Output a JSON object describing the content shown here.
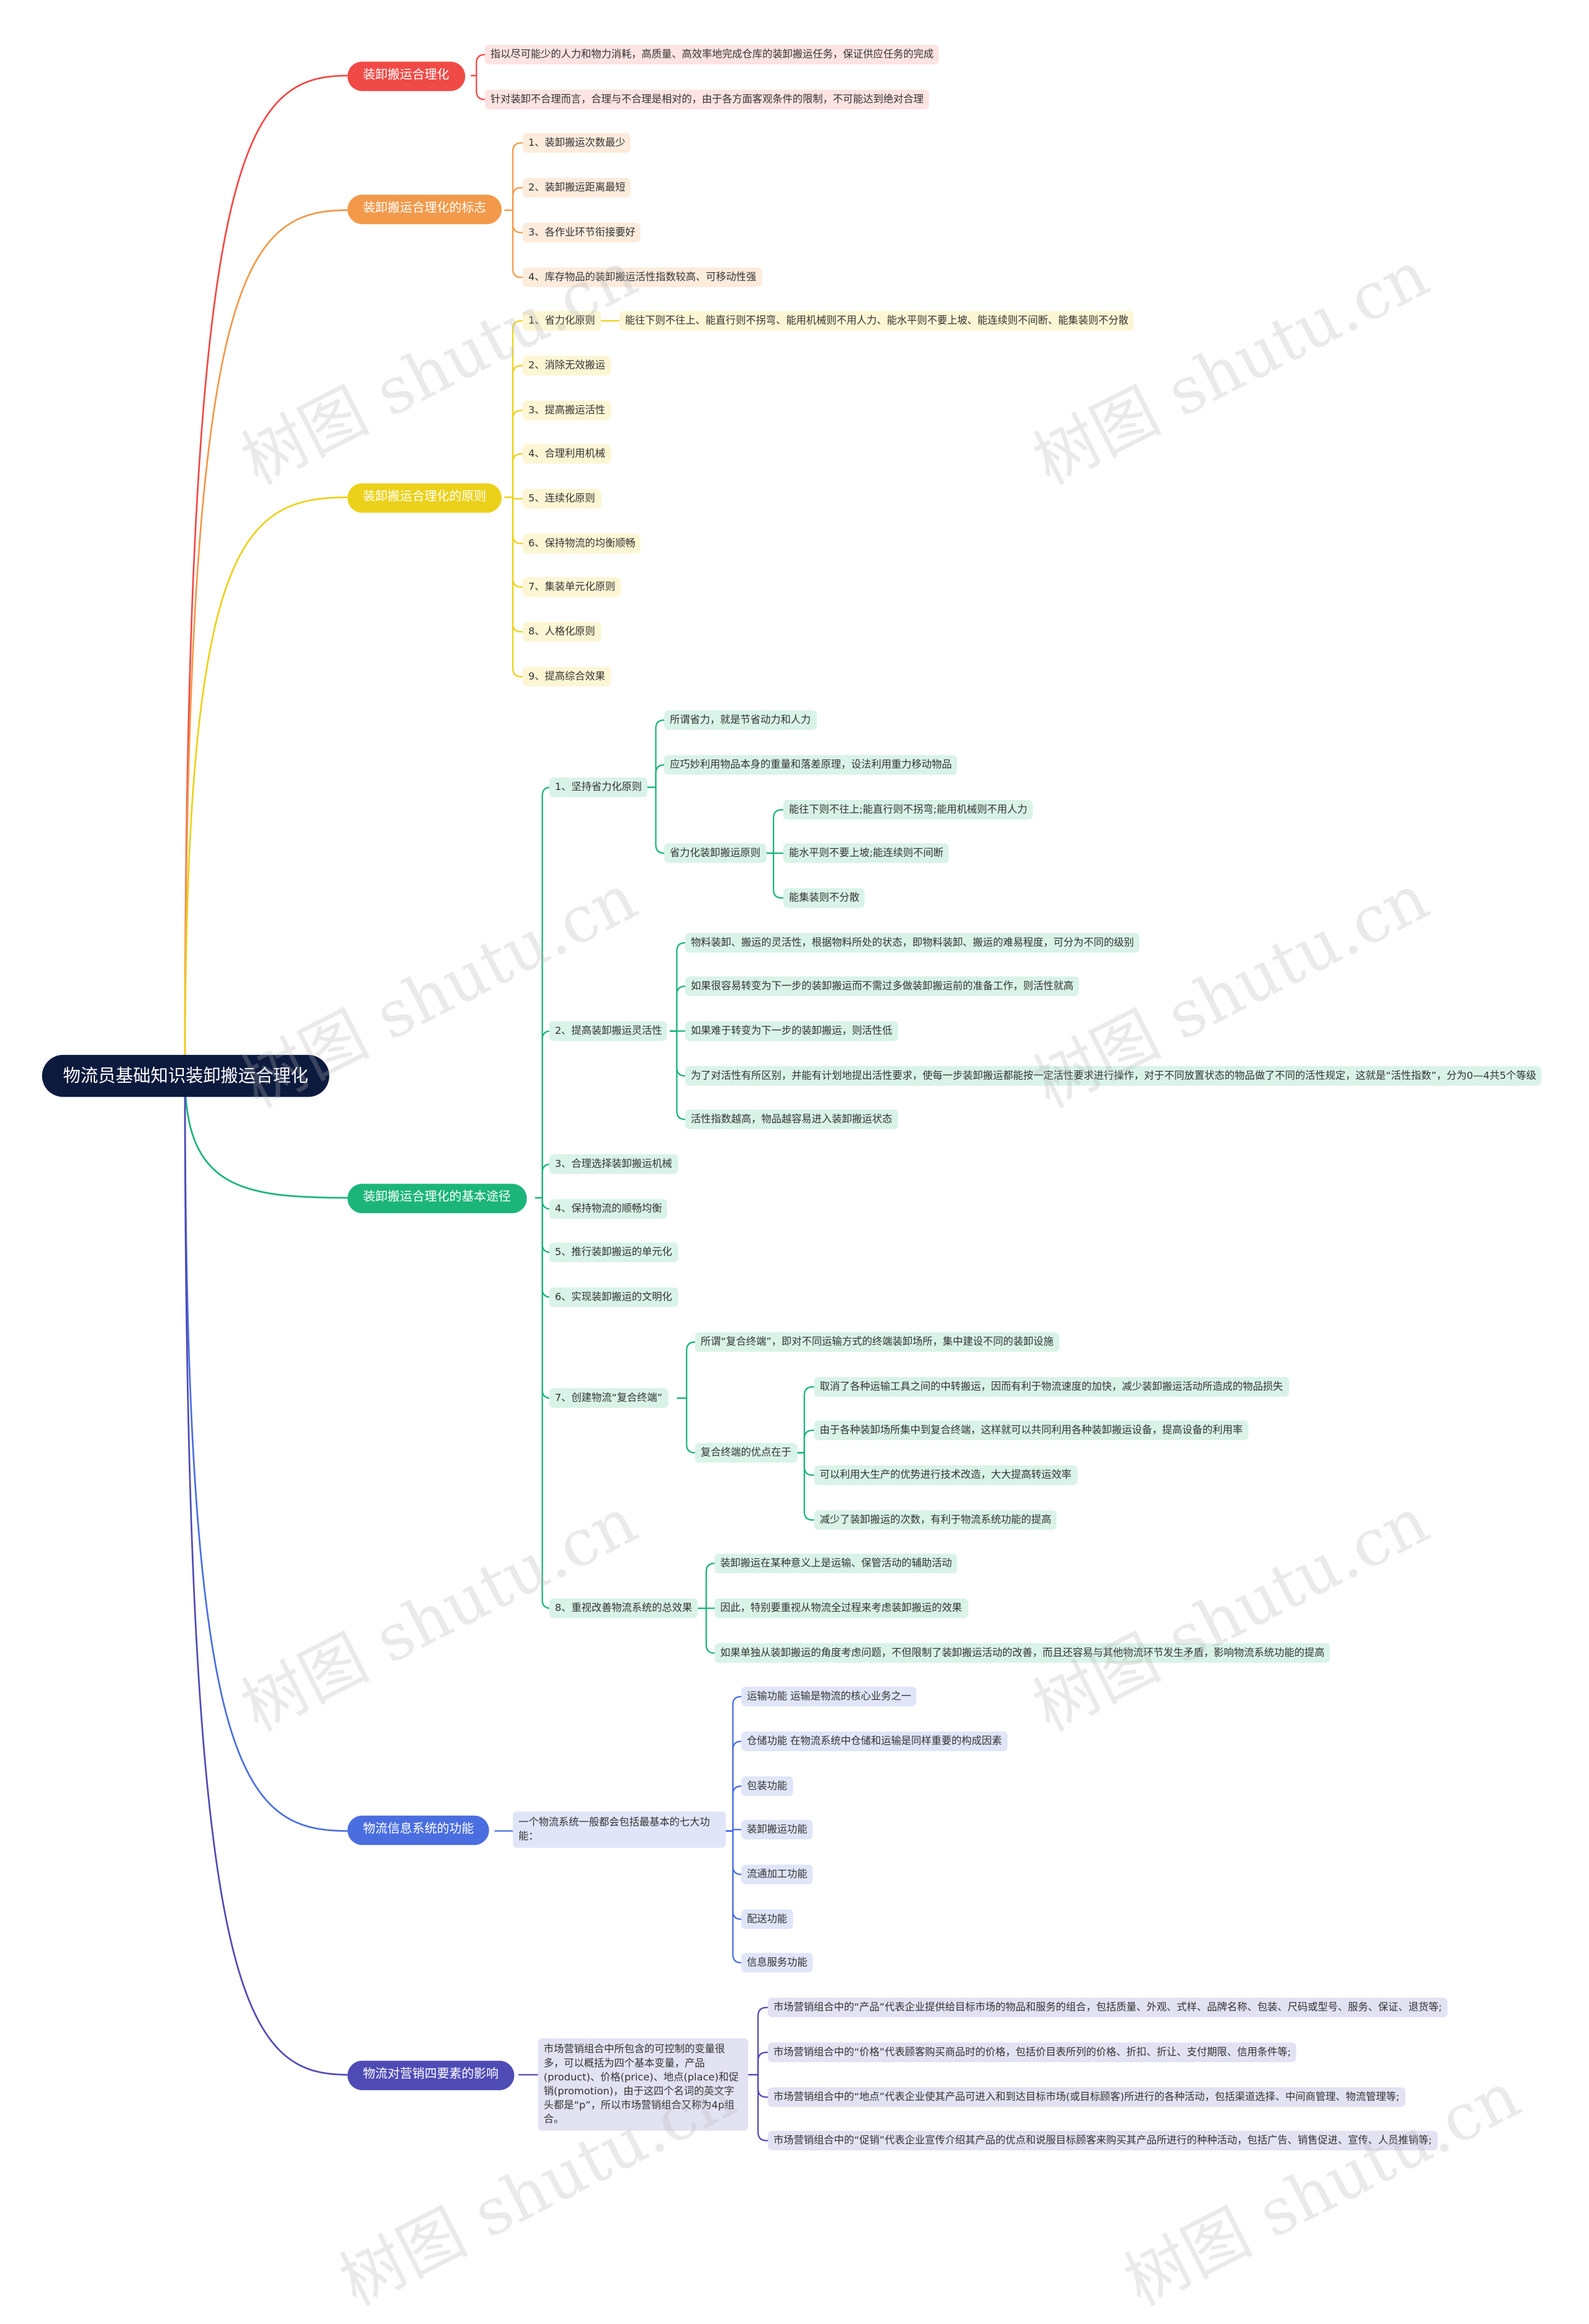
{
  "root": "物流员基础知识装卸搬运合理化",
  "branches": [
    {
      "label": "装卸搬运合理化",
      "color": "#f04a46",
      "items": [
        "指以尽可能少的人力和物力消耗，高质量、高效率地完成仓库的装卸搬运任务，保证供应任务的完成",
        "针对装卸不合理而言，合理与不合理是相对的，由于各方面客观条件的限制，不可能达到绝对合理"
      ]
    },
    {
      "label": "装卸搬运合理化的标志",
      "color": "#f2994a",
      "items": [
        "1、装卸搬运次数最少",
        "2、装卸搬运距离最短",
        "3、各作业环节衔接要好",
        "4、库存物品的装卸搬运活性指数较高、可移动性强"
      ]
    },
    {
      "label": "装卸搬运合理化的原则",
      "color": "#ecd11a",
      "items": [
        "1、省力化原则",
        "2、消除无效搬运",
        "3、提高搬运活性",
        "4、合理利用机械",
        "5、连续化原则",
        "6、保持物流的均衡顺畅",
        "7、集装单元化原则",
        "8、人格化原则",
        "9、提高综合效果"
      ],
      "item0_child": "能往下则不往上、能直行则不拐弯、能用机械则不用人力、能水平则不要上坡、能连续则不间断、能集装则不分散"
    },
    {
      "label": "装卸搬运合理化的基本途径",
      "color": "#1bb57a",
      "items": [
        "1、坚持省力化原则",
        "2、提高装卸搬运灵活性",
        "3、合理选择装卸搬运机械",
        "4、保持物流的顺畅均衡",
        "5、推行装卸搬运的单元化",
        "6、实现装卸搬运的文明化",
        "7、创建物流“复合终端”",
        "8、重视改善物流系统的总效果"
      ],
      "sub1": [
        "所谓省力，就是节省动力和人力",
        "应巧妙利用物品本身的重量和落差原理，设法利用重力移动物品",
        "省力化装卸搬运原则"
      ],
      "sub1_rules": [
        "能往下则不往上;能直行则不拐弯;能用机械则不用人力",
        "能水平则不要上坡;能连续则不间断",
        "能集装则不分散"
      ],
      "sub2": [
        "物料装卸、搬运的灵活性，根据物料所处的状态，即物料装卸、搬运的难易程度，可分为不同的级别",
        "如果很容易转变为下一步的装卸搬运而不需过多做装卸搬运前的准备工作，则活性就高",
        "如果难于转变为下一步的装卸搬运，则活性低",
        "为了对活性有所区别，并能有计划地提出活性要求，使每一步装卸搬运都能按一定活性要求进行操作，对于不同放置状态的物品做了不同的活性规定，这就是“活性指数”，分为0—4共5个等级",
        "活性指数越高，物品越容易进入装卸搬运状态"
      ],
      "sub7": [
        "所谓“复合终端”，即对不同运输方式的终端装卸场所，集中建设不同的装卸设施",
        "复合终端的优点在于"
      ],
      "sub7_adv": [
        "取消了各种运输工具之间的中转搬运，因而有利于物流速度的加快，减少装卸搬运活动所造成的物品损失",
        "由于各种装卸场所集中到复合终端，这样就可以共同利用各种装卸搬运设备，提高设备的利用率",
        "可以利用大生产的优势进行技术改造，大大提高转运效率",
        "减少了装卸搬运的次数，有利于物流系统功能的提高"
      ],
      "sub8": [
        "装卸搬运在某种意义上是运输、保管活动的辅助活动",
        "因此，特别要重视从物流全过程来考虑装卸搬运的效果",
        "如果单独从装卸搬运的角度考虑问题，不但限制了装卸搬运活动的改善，而且还容易与其他物流环节发生矛盾，影响物流系统功能的提高"
      ]
    },
    {
      "label": "物流信息系统的功能",
      "color": "#4a6ee0",
      "mid": "一个物流系统一般都会包括最基本的七大功能：",
      "items": [
        "运输功能 运输是物流的核心业务之一",
        "仓储功能 在物流系统中仓储和运输是同样重要的构成因素",
        "包装功能",
        "装卸搬运功能",
        "流通加工功能",
        "配送功能",
        "信息服务功能"
      ]
    },
    {
      "label": "物流对营销四要素的影响",
      "color": "#4f4bb5",
      "mid": "市场营销组合中所包含的可控制的变量很多，可以概括为四个基本变量，产品(product)、价格(price)、地点(place)和促销(promotion)，由于这四个名词的英文字头都是“p”，所以市场营销组合又称为4p组合。",
      "items": [
        "市场营销组合中的“产品”代表企业提供给目标市场的物品和服务的组合，包括质量、外观、式样、品牌名称、包装、尺码或型号、服务、保证、退货等;",
        "市场营销组合中的“价格”代表顾客购买商品时的价格，包括价目表所列的价格、折扣、折让、支付期限、信用条件等;",
        "市场营销组合中的“地点”代表企业使其产品可进入和到达目标市场(或目标顾客)所进行的各种活动，包括渠道选择、中间商管理、物流管理等;",
        "市场营销组合中的“促销”代表企业宣传介绍其产品的优点和说服目标顾客来购买其产品所进行的种种活动，包括广告、销售促进、宣传、人员推销等;"
      ]
    }
  ],
  "watermark": "树图 shutu.cn"
}
